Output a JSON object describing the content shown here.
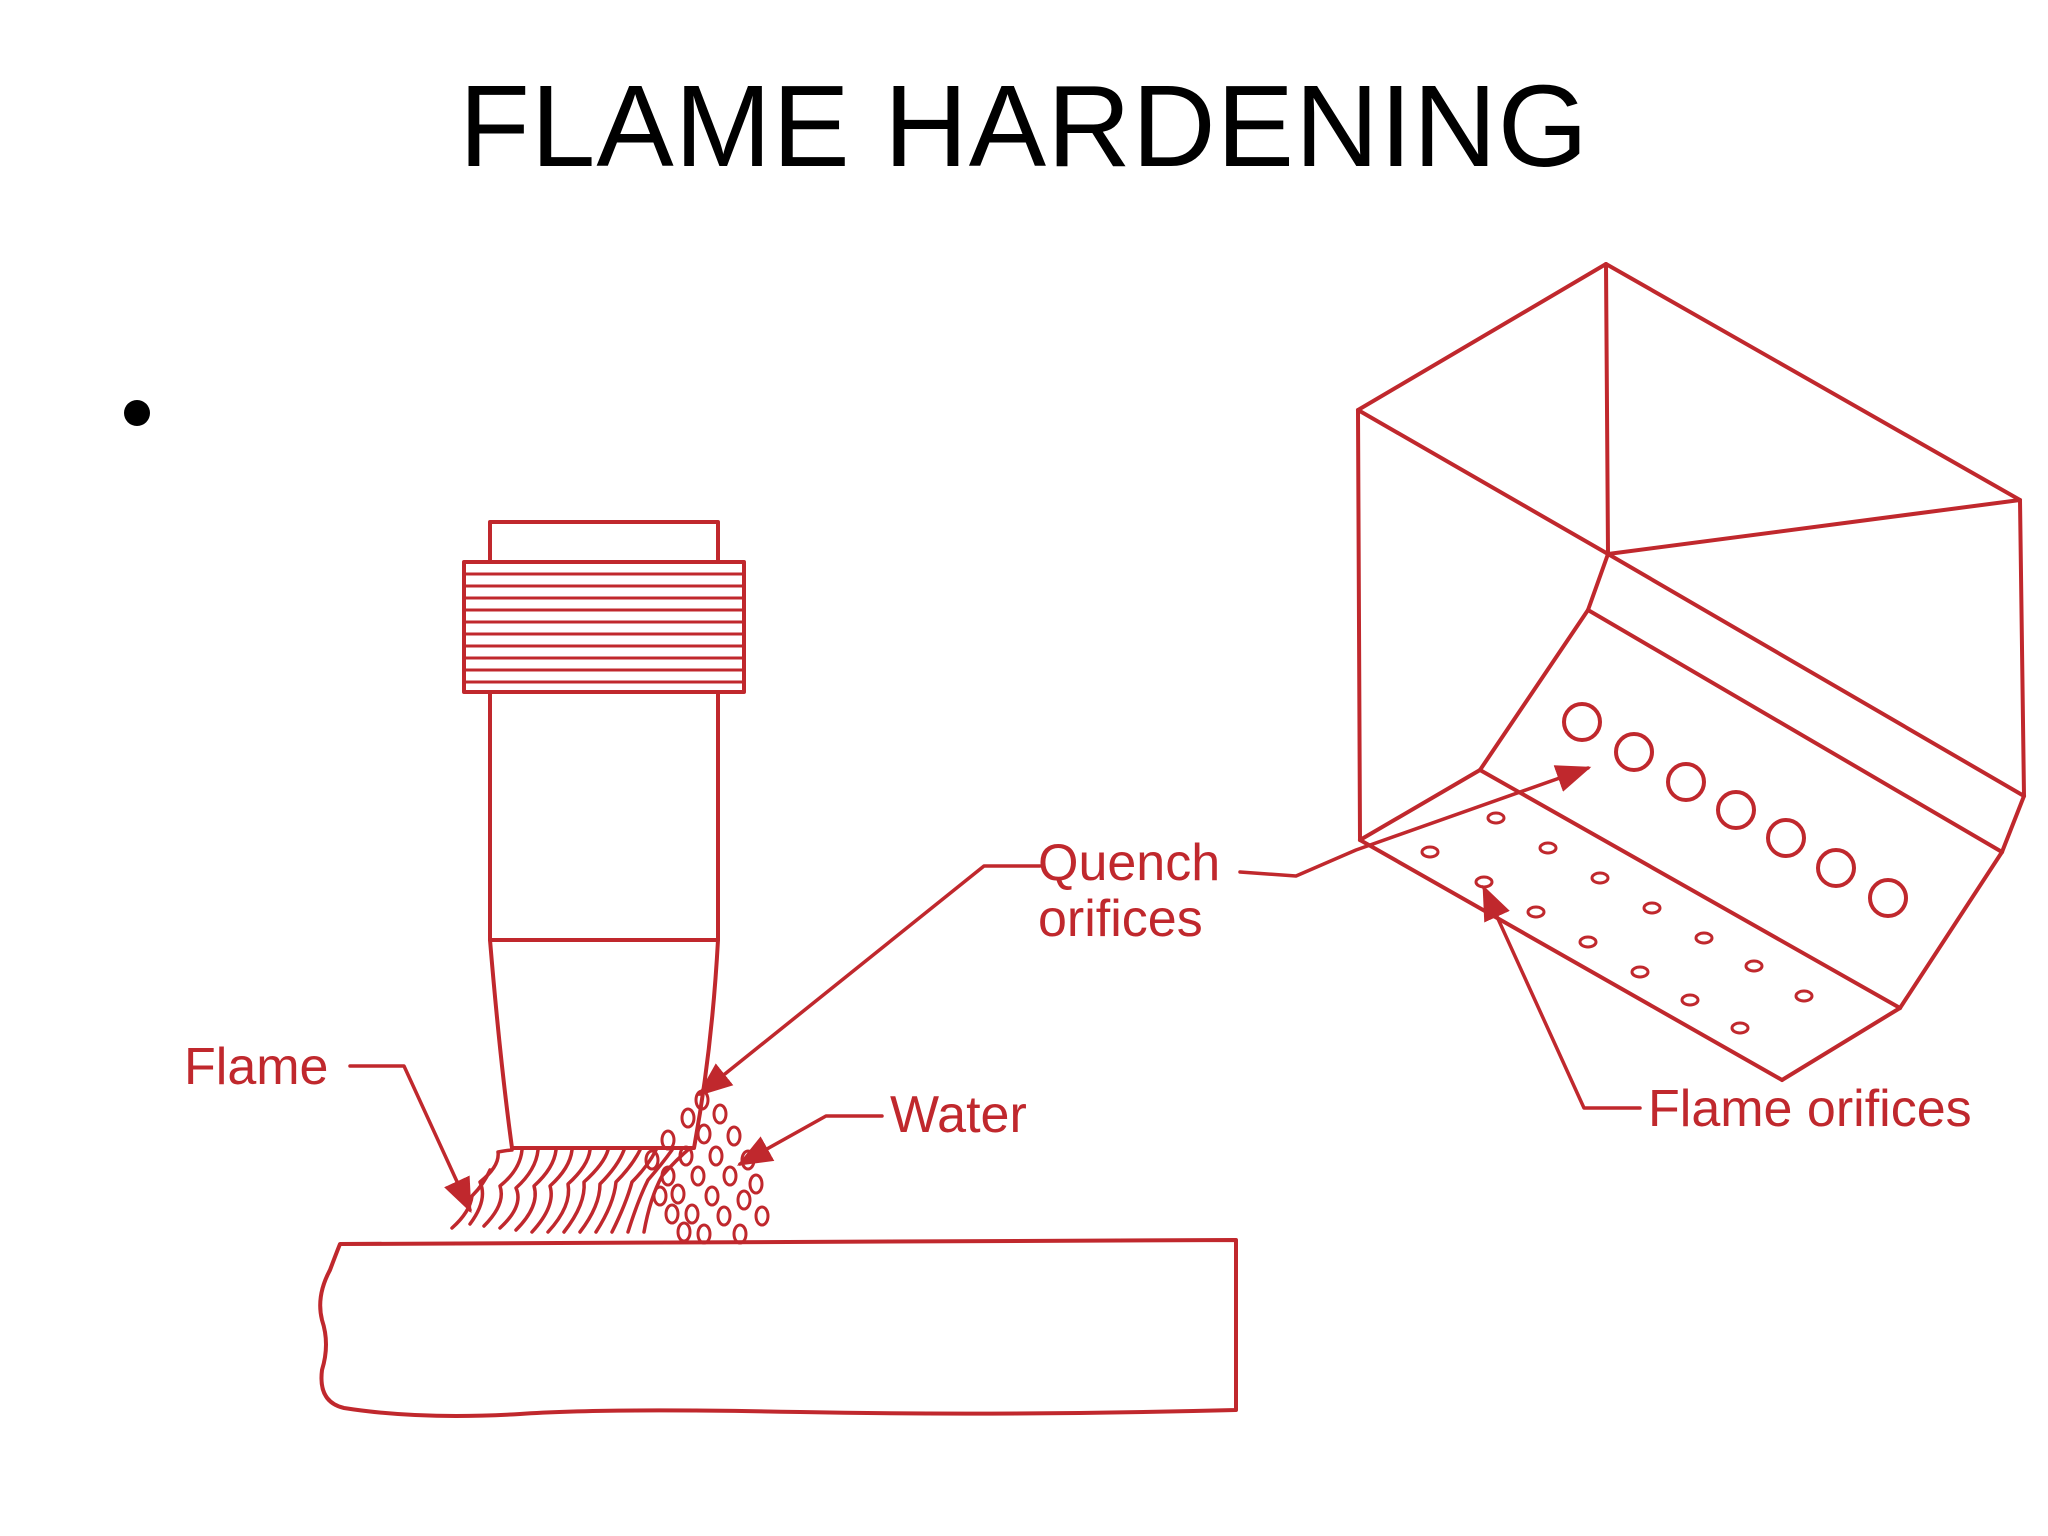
{
  "slide": {
    "title": "FLAME HARDENING"
  },
  "diagram": {
    "line_color": "#c0282d",
    "labels": {
      "flame": "Flame",
      "water": "Water",
      "quench_line1": "Quench",
      "quench_line2": "orifices",
      "flame_orifices": "Flame orifices"
    }
  }
}
